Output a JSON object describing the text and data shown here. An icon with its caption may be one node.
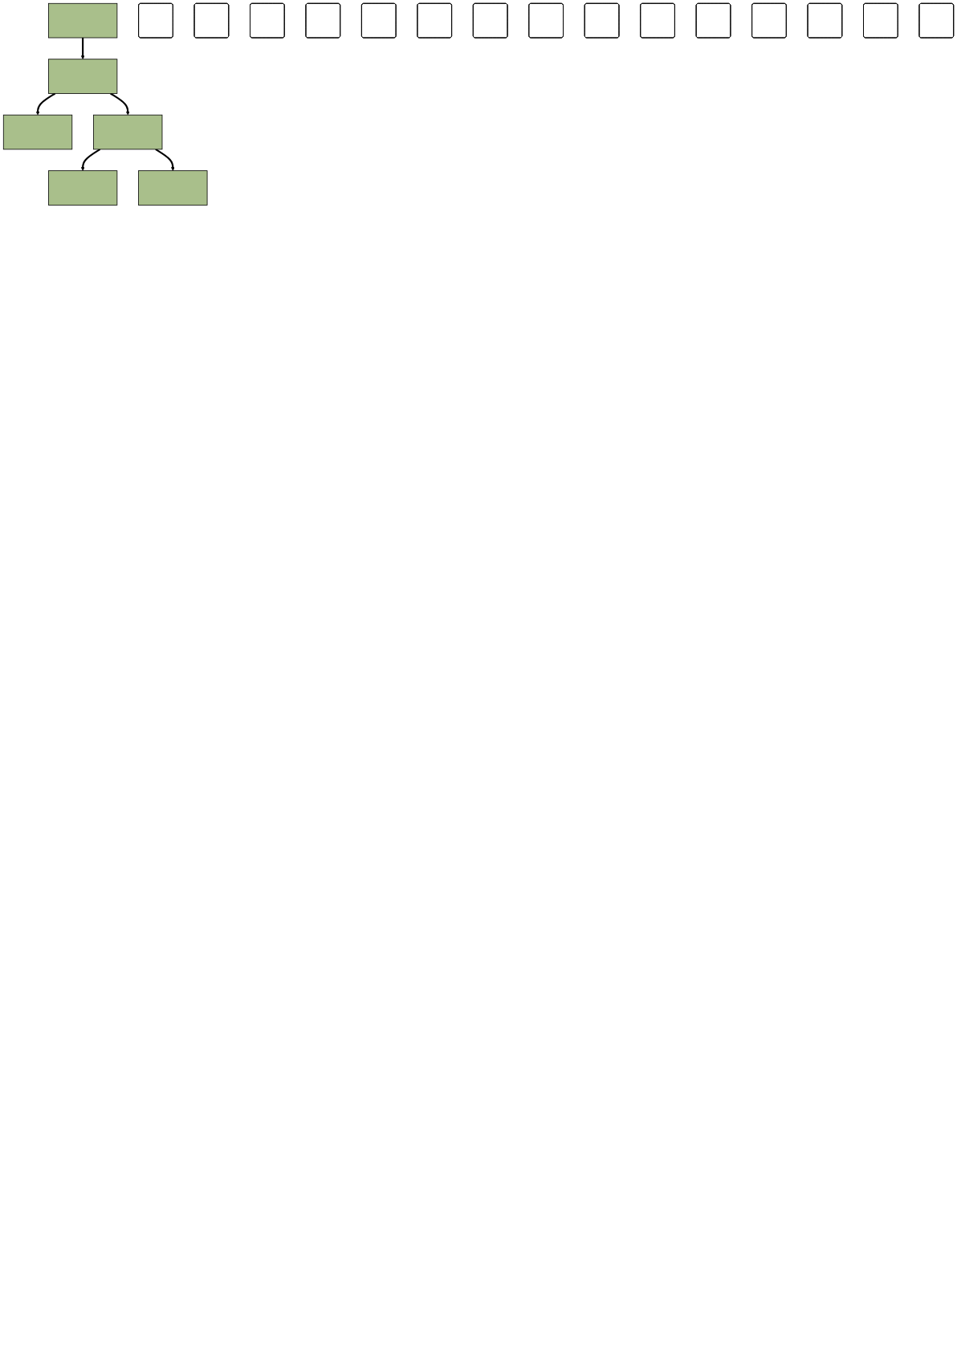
{
  "diagram": {
    "nodes": [
      {
        "text": [],
        "shape": "box"
      },
      {
        "text": [],
        "shape": "box"
      },
      {
        "text": [],
        "shape": "box"
      },
      {
        "text": [],
        "shape": "box"
      },
      {
        "text": [],
        "shape": "box"
      },
      {
        "text": [],
        "shape": "box"
      },
      {
        "text": [],
        "shape": "box"
      },
      {
        "text": [],
        "shape": "box"
      },
      {
        "text": [],
        "shape": "box"
      },
      {
        "text": [],
        "shape": "box"
      },
      {
        "text": [],
        "shape": "box"
      },
      {
        "text": [],
        "shape": "box"
      },
      {
        "text": [],
        "shape": "box"
      },
      {
        "text": [],
        "shape": "box"
      },
      {
        "text": [],
        "shape": "box"
      },
      {
        "text": [],
        "shape": "box"
      },
      {
        "text": [],
        "shape": "box"
      },
      {
        "text": [],
        "shape": "box"
      },
      {
        "text": [],
        "shape": "box"
      },
      {
        "text": [],
        "shape": "box"
      },
      {
        "text": [],
        "shape": "box"
      }
    ],
    "edges": [
      {
        "from": 0,
        "to": 1,
        "arrow": "to"
      },
      {
        "from": 1,
        "to": 2,
        "arrow": "to"
      },
      {
        "from": 1,
        "to": 3,
        "arrow": "to"
      },
      {
        "from": 3,
        "to": 4,
        "arrow": "to"
      },
      {
        "from": 3,
        "to": 5,
        "arrow": "to"
      }
    ]
  }
}
